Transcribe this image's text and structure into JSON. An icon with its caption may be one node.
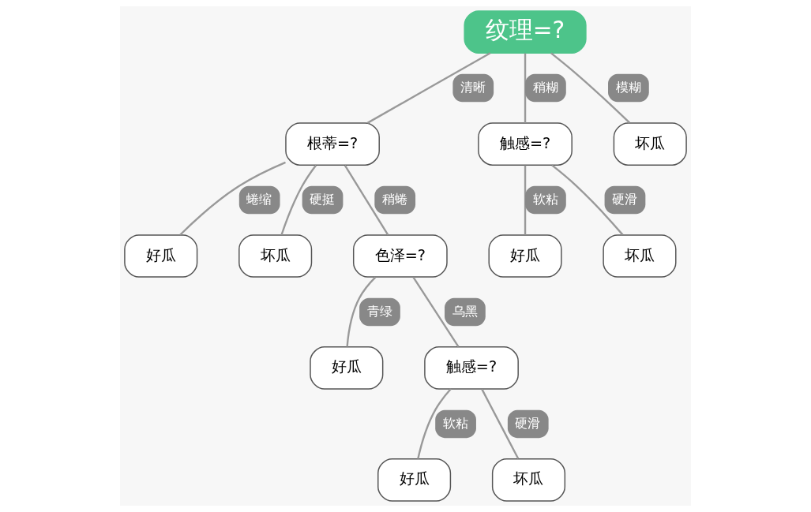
{
  "diagram": {
    "nodes": [
      {
        "text": [
          "纹理=?"
        ]
      },
      {
        "text": [
          "根蒂=?"
        ]
      },
      {
        "text": [
          "触感=?"
        ]
      },
      {
        "text": [
          "坏瓜"
        ]
      },
      {
        "text": [
          "好瓜"
        ]
      },
      {
        "text": [
          "坏瓜"
        ]
      },
      {
        "text": [
          "色泽=?"
        ]
      },
      {
        "text": [
          "好瓜"
        ]
      },
      {
        "text": [
          "坏瓜"
        ]
      },
      {
        "text": [
          "好瓜"
        ]
      },
      {
        "text": [
          "触感=?"
        ]
      },
      {
        "text": [
          "好瓜"
        ]
      },
      {
        "text": [
          "坏瓜"
        ]
      }
    ],
    "edges": [
      {
        "from": 0,
        "to": 1,
        "arrow": "none",
        "label": "清晰"
      },
      {
        "from": 0,
        "to": 2,
        "arrow": "none",
        "label": "稍糊"
      },
      {
        "from": 0,
        "to": 3,
        "arrow": "none",
        "label": "模糊"
      },
      {
        "from": 1,
        "to": 4,
        "arrow": "none",
        "label": "蜷缩"
      },
      {
        "from": 1,
        "to": 5,
        "arrow": "none",
        "label": "硬挺"
      },
      {
        "from": 1,
        "to": 6,
        "arrow": "none",
        "label": "稍蜷"
      },
      {
        "from": 2,
        "to": 7,
        "arrow": "none",
        "label": "软粘"
      },
      {
        "from": 2,
        "to": 8,
        "arrow": "none",
        "label": "硬滑"
      },
      {
        "from": 6,
        "to": 9,
        "arrow": "none",
        "label": "青绿"
      },
      {
        "from": 6,
        "to": 10,
        "arrow": "none",
        "label": "乌黑"
      },
      {
        "from": 10,
        "to": 11,
        "arrow": "none",
        "label": "软粘"
      },
      {
        "from": 10,
        "to": 12,
        "arrow": "none",
        "label": "硬滑"
      }
    ]
  }
}
